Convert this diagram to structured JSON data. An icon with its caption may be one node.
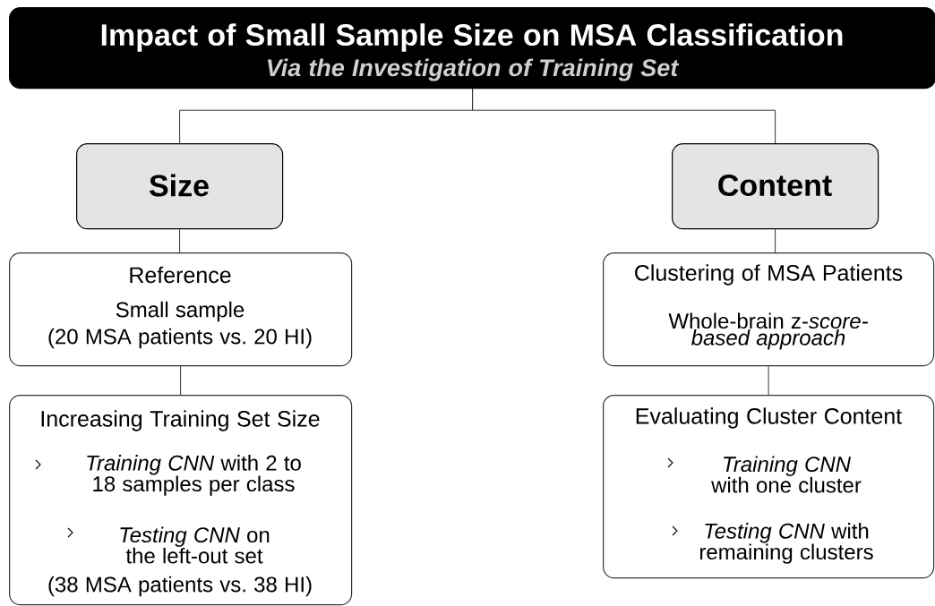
{
  "diagram": {
    "nodes": [
      {
        "text": [
          "Impact of Small Sample Size on MSA Classification",
          "Via the Investigation of Training Set"
        ]
      },
      {
        "text": [
          "Size"
        ]
      },
      {
        "text": [
          "Content"
        ]
      },
      {
        "text": [
          "Reference",
          "Small sample",
          "(20 MSA patients vs. 20 HI)"
        ]
      },
      {
        "text": [
          "Increasing Training Set Size",
          "*Training CNN* with 2 to 18 samples per class",
          "*Testing CNN* on the left-out set",
          "(38 MSA patients vs. 38 HI)"
        ]
      },
      {
        "text": [
          "Clustering of MSA Patients",
          "Whole-brain z-*score-based approach*"
        ]
      },
      {
        "text": [
          "Evaluating Cluster Content",
          "*Training CNN* with one cluster",
          "*Testing CNN* with remaining clusters"
        ]
      }
    ],
    "edges": [
      {
        "from": 0,
        "to": 1,
        "arrow": "none"
      },
      {
        "from": 0,
        "to": 2,
        "arrow": "none"
      },
      {
        "from": 1,
        "to": 3,
        "arrow": "none"
      },
      {
        "from": 3,
        "to": 4,
        "arrow": "none"
      },
      {
        "from": 2,
        "to": 5,
        "arrow": "none"
      },
      {
        "from": 5,
        "to": 6,
        "arrow": "none"
      }
    ]
  }
}
